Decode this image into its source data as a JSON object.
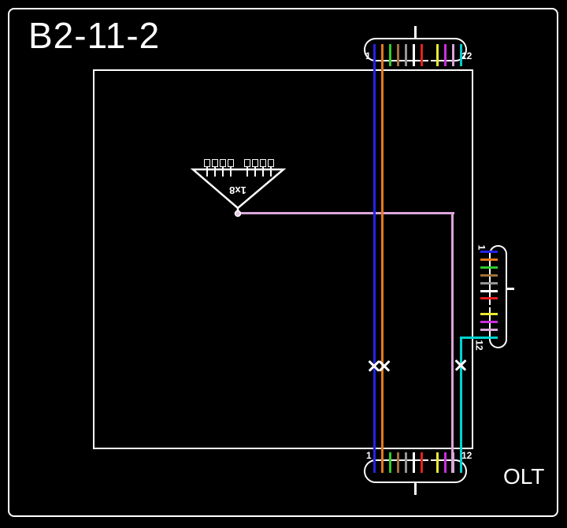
{
  "title": "B2-11-2",
  "olt_label": "OLT",
  "splitter": {
    "label": "1x8",
    "port_count": 8
  },
  "fiber_color_code": {
    "names": [
      "blue",
      "orange",
      "green",
      "brown",
      "slate",
      "white",
      "red",
      "black",
      "yellow",
      "violet",
      "rose",
      "aqua"
    ],
    "colors": [
      "#2323e8",
      "#e5791e",
      "#2ecc2e",
      "#a0703c",
      "#969696",
      "#ffffff",
      "#e62020",
      "#000000",
      "#e8e832",
      "#cc2edd",
      "#d9a6d9",
      "#00cccc"
    ]
  },
  "connectors": {
    "top": {
      "start_label": "1",
      "end_label": "12",
      "port_count": 12
    },
    "bottom": {
      "start_label": "1",
      "end_label": "12",
      "port_count": 12
    },
    "right": {
      "start_label": "1",
      "end_label": "12",
      "port_count": 12
    }
  },
  "cables": {
    "blue": {
      "color": "#2323e8"
    },
    "orange": {
      "color": "#e5791e"
    },
    "rose": {
      "color": "#d9a6d9"
    },
    "aqua": {
      "color": "#00d2d2"
    }
  },
  "splice_marks": {
    "count": 3,
    "on_fibers": [
      "blue",
      "orange",
      "aqua"
    ]
  }
}
